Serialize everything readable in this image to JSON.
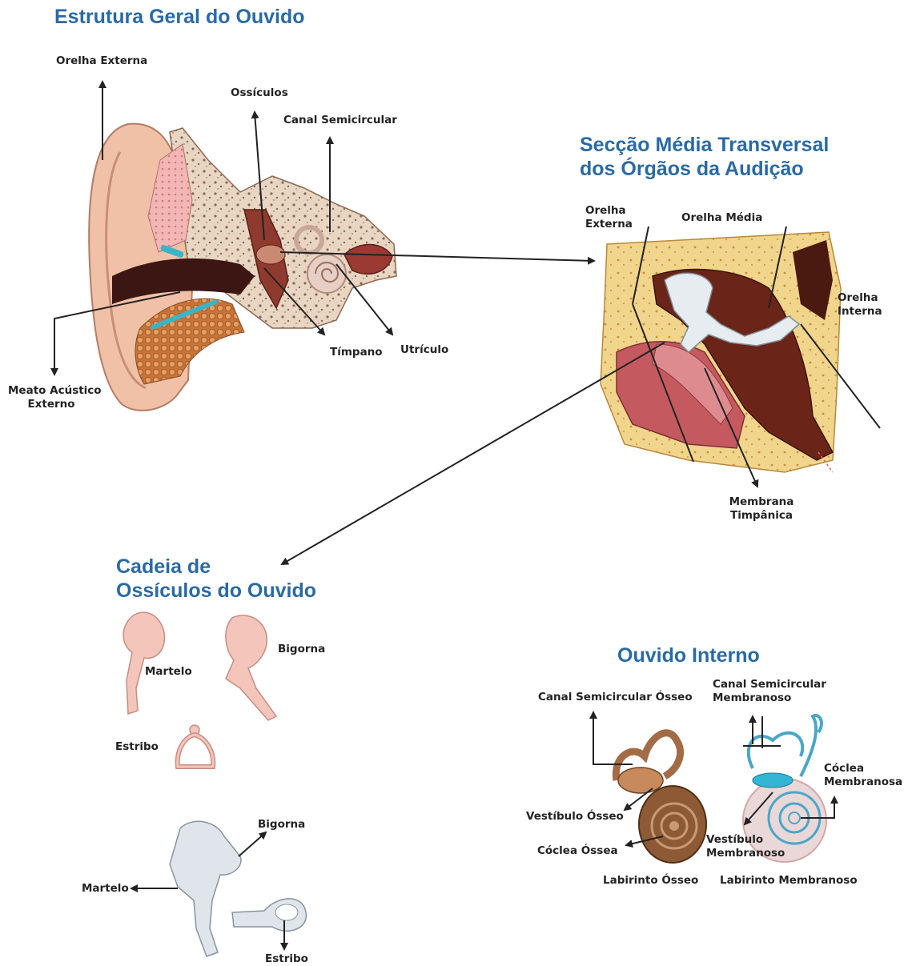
{
  "titles": {
    "general": "Estrutura Geral do Ouvido",
    "section": [
      "Secção Média Transversal",
      "dos Órgãos da Audição"
    ],
    "chain": [
      "Cadeia de",
      "Ossículos do Ouvido"
    ],
    "inner": "Ouvido Interno"
  },
  "general_labels": {
    "outer_ear": "Orelha Externa",
    "ossicles": "Ossículos",
    "semicircular": "Canal Semicircular",
    "meatus": [
      "Meato Acústico",
      "Externo"
    ],
    "tympanum": "Tímpano",
    "utricle": "Utrículo"
  },
  "section_labels": {
    "outer": [
      "Orelha",
      "Externa"
    ],
    "middle": "Orelha Média",
    "inner": [
      "Orelha",
      "Interna"
    ],
    "membrane": [
      "Membrana",
      "Timpânica"
    ]
  },
  "ossicle_labels": {
    "hammer": "Martelo",
    "anvil": "Bigorna",
    "stirrup": "Estribo",
    "hammer2": "Martelo",
    "anvil2": "Bigorna",
    "stirrup2": "Estribo"
  },
  "inner_labels": {
    "bony_canal": "Canal Semicircular Ósseo",
    "membranous_canal": [
      "Canal Semicircular",
      "Membranoso"
    ],
    "membranous_cochlea": [
      "Cóclea",
      "Membranosa"
    ],
    "bony_vestibule": "Vestíbulo Ósseo",
    "bony_cochlea": "Cóclea Óssea",
    "membranous_vestibule": [
      "Vestíbulo",
      "Membranoso"
    ],
    "bony_labyrinth": "Labirinto Ósseo",
    "membranous_labyrinth": "Labirinto Membranoso"
  }
}
